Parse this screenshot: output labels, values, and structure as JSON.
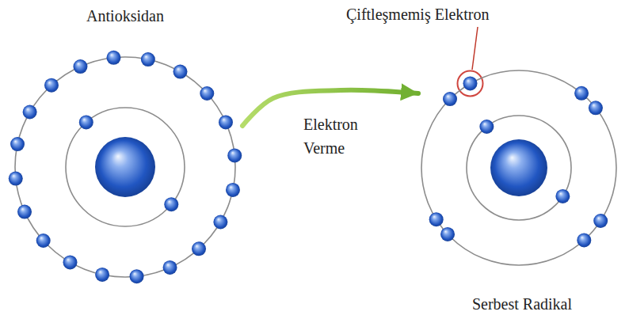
{
  "diagram": {
    "nodes": [
      {
        "text": [
          "Antioksidan"
        ]
      },
      {
        "text": [
          "Serbest Radikal"
        ]
      }
    ],
    "edges": [
      {
        "from": 0,
        "to": 1,
        "arrow": "to",
        "label": "Elektron Verme"
      }
    ],
    "labels": [
      "Çiftleşmemiş Elektron"
    ]
  }
}
